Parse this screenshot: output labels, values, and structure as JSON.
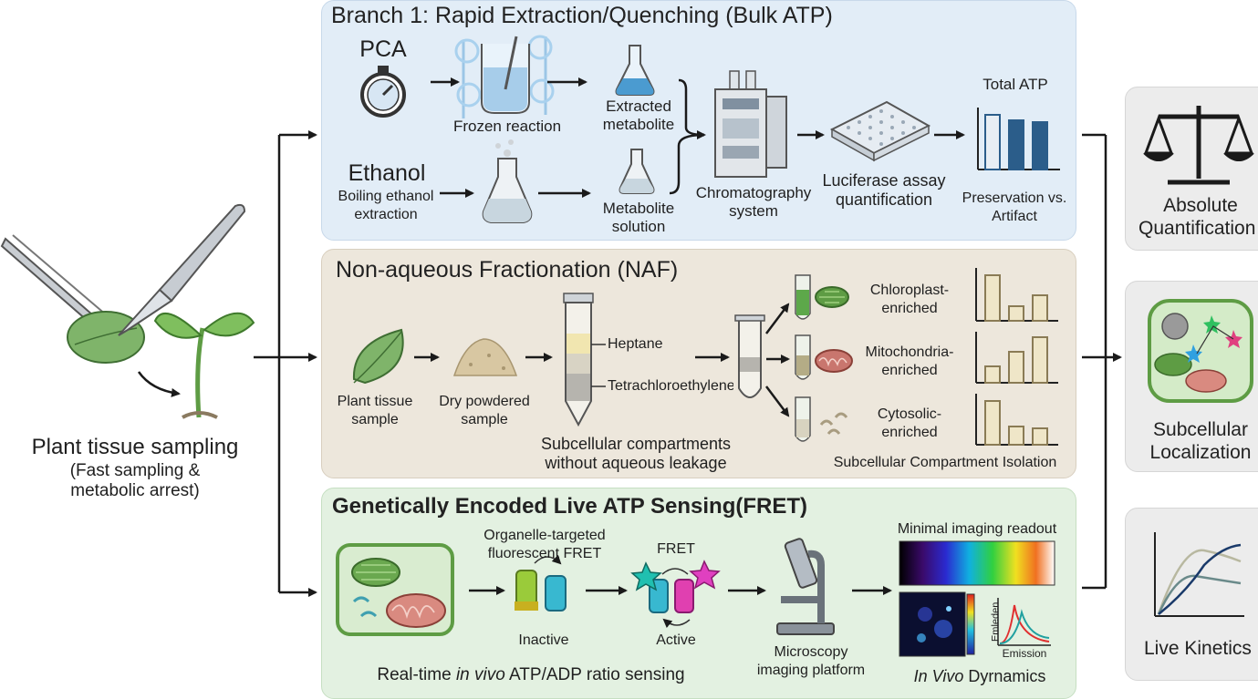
{
  "source": {
    "title": "Plant tissue sampling",
    "subtitle_line1": "(Fast sampling &",
    "subtitle_line2": "metabolic arrest)"
  },
  "branch1": {
    "title": "Branch 1: Rapid Extraction/Quenching (Bulk ATP)",
    "pca": "PCA",
    "frozen": "Frozen reaction",
    "extracted_1": "Extracted",
    "extracted_2": "metabolite",
    "ethanol": "Ethanol",
    "boiling_1": "Boiling ethanol",
    "boiling_2": "extraction",
    "solution_1": "Metabolite",
    "solution_2": "solution",
    "chrom_1": "Chromatography",
    "chrom_2": "system",
    "luc_1": "Luciferase assay",
    "luc_2": "quantification",
    "total": "Total ATP",
    "pres_1": "Preservation vs.",
    "pres_2": "Artifact"
  },
  "branch2": {
    "title": "Non-aqueous Fractionation (NAF)",
    "tissue_1": "Plant tissue",
    "tissue_2": "sample",
    "dry_1": "Dry powdered",
    "dry_2": "sample",
    "heptane": "Heptane",
    "tetra": "Tetrachloroethylene",
    "sub_1": "Subcellular compartments",
    "sub_2": "without aqueous leakage",
    "chloro_1": "Chloroplast-",
    "chloro_2": "enriched",
    "mito_1": "Mitochondria-",
    "mito_2": "enriched",
    "cyto_1": "Cytosolic-",
    "cyto_2": "enriched",
    "isolation": "Subcellular Compartment Isolation"
  },
  "branch3": {
    "title": "Genetically Encoded Live ATP Sensing(FRET)",
    "organelle_1": "Organelle-targeted",
    "organelle_2": "fluorescent FRET",
    "inactive": "Inactive",
    "fret": "FRET",
    "active": "Active",
    "micro_1": "Microscopy",
    "micro_2": "imaging platform",
    "minimal": "Minimal imaging readout",
    "emleden": "Emleden",
    "emission": "Emission",
    "realtime_a": "Real-time ",
    "realtime_b": "in vivo",
    "realtime_c": " ATP/ADP ratio sensing",
    "invivo_a": "In Vivo",
    "invivo_b": " Dyrnamics"
  },
  "outcomes": {
    "absolute_1": "Absolute",
    "absolute_2": "Quantification",
    "sub_1": "Subcellular",
    "sub_2": "Localization",
    "live": "Live Kinetics"
  },
  "colors": {
    "branch1_bg": "#e2edf7",
    "branch2_bg": "#ede7dc",
    "branch3_bg": "#e3f1e1",
    "bar_blue": "#2b5d8a",
    "bar_olive": "#8a7b55",
    "arrow": "#1a1a1a"
  }
}
